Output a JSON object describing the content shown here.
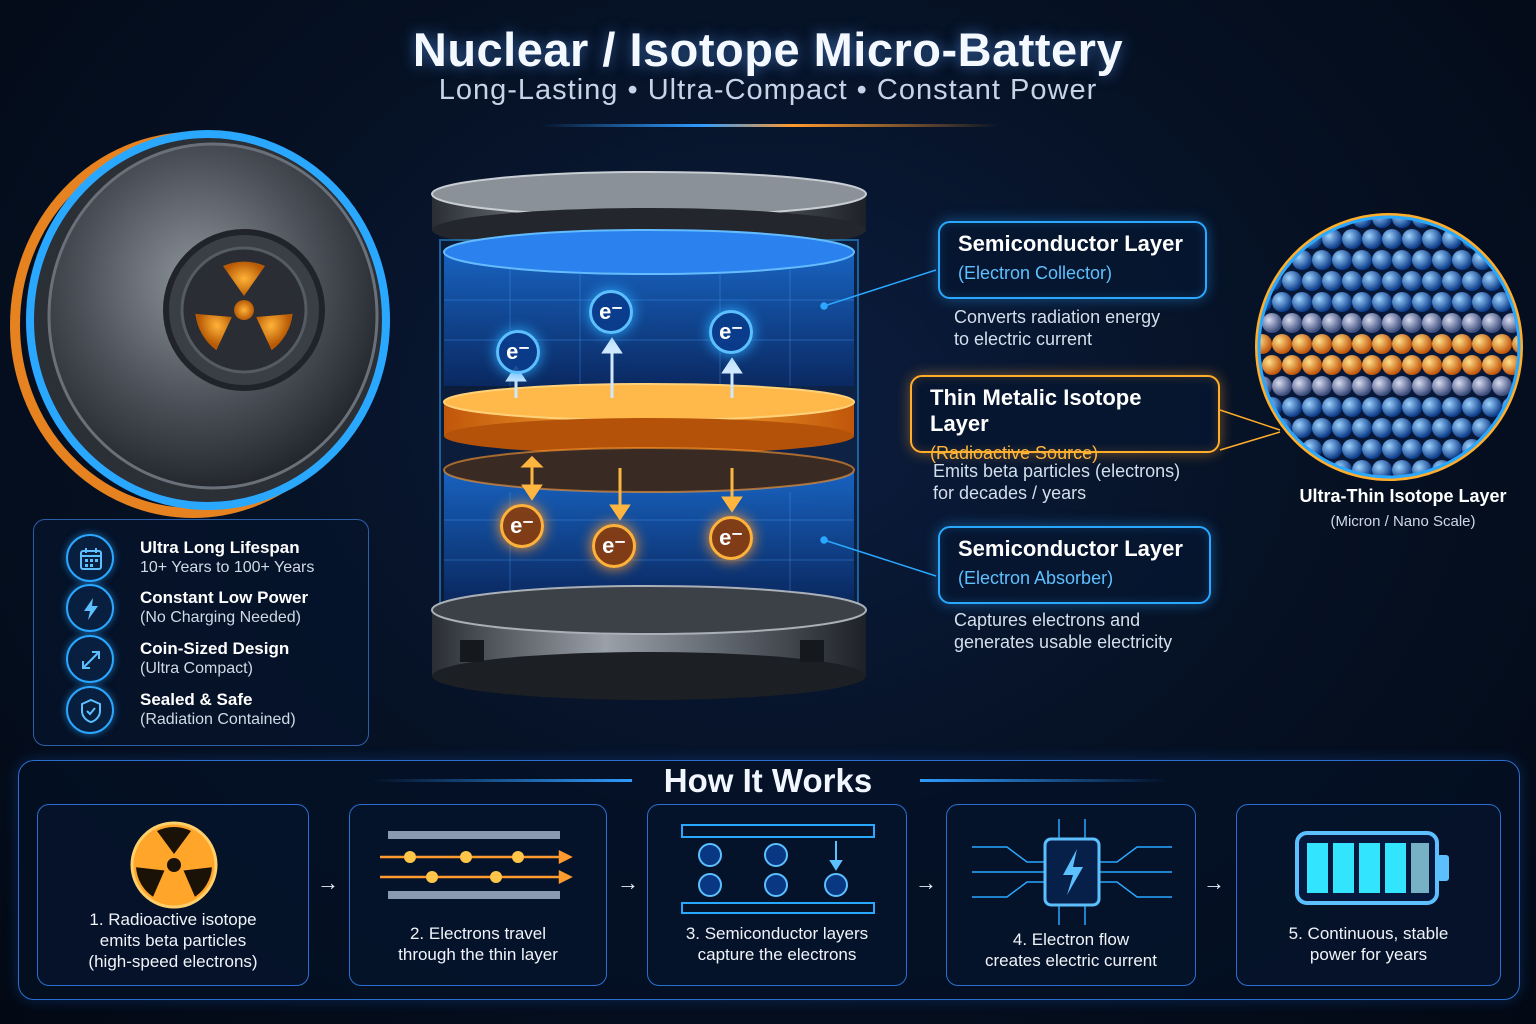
{
  "header": {
    "title": "Nuclear / Isotope Micro-Battery",
    "subtitle": "Long-Lasting • Ultra-Compact • Constant Power"
  },
  "callouts": {
    "top": {
      "title": "Semiconductor Layer",
      "subtitle": "(Electron Collector)",
      "desc1": "Converts radiation energy",
      "desc2": "to electric current"
    },
    "middle": {
      "title": "Thin Metalic Isotope Layer",
      "subtitle": "(Radioactive Source)",
      "desc1": "Emits beta particles (electrons)",
      "desc2": "for decades / years"
    },
    "bottom": {
      "title": "Semiconductor Layer",
      "subtitle": "(Electron Absorber)",
      "desc1": "Captures electrons and",
      "desc2": "generates usable electricity"
    }
  },
  "isotope_zoom": {
    "title": "Ultra-Thin Isotope Layer",
    "subtitle": "(Micron / Nano Scale)"
  },
  "electron_label": "e⁻",
  "features": [
    {
      "title": "Ultra Long Lifespan",
      "sub": "10+ Years to 100+ Years",
      "icon": "calendar-icon"
    },
    {
      "title": "Constant Low Power",
      "sub": "(No Charging Needed)",
      "icon": "lightning-icon"
    },
    {
      "title": "Coin-Sized Design",
      "sub": "(Ultra Compact)",
      "icon": "expand-arrows-icon"
    },
    {
      "title": "Sealed & Safe",
      "sub": "(Radiation Contained)",
      "icon": "shield-icon"
    }
  ],
  "how": {
    "title": "How It Works",
    "steps": [
      {
        "l1": "1. Radioactive isotope",
        "l2": "emits beta particles",
        "l3": "(high-speed electrons)",
        "icon": "radiation-icon"
      },
      {
        "l1": "2. Electrons travel",
        "l2": "through the thin layer",
        "icon": "electron-flow-icon"
      },
      {
        "l1": "3. Semiconductor layers",
        "l2": "capture the electrons",
        "icon": "semiconductor-capture-icon"
      },
      {
        "l1": "4. Electron flow",
        "l2": "creates electric current",
        "icon": "chip-icon"
      },
      {
        "l1": "5. Continuous, stable",
        "l2": "power for years",
        "icon": "battery-icon"
      }
    ],
    "arrow": "→"
  },
  "colors": {
    "blue_accent": "#2aa8ff",
    "orange_accent": "#ffad2a",
    "background": "#061226"
  }
}
